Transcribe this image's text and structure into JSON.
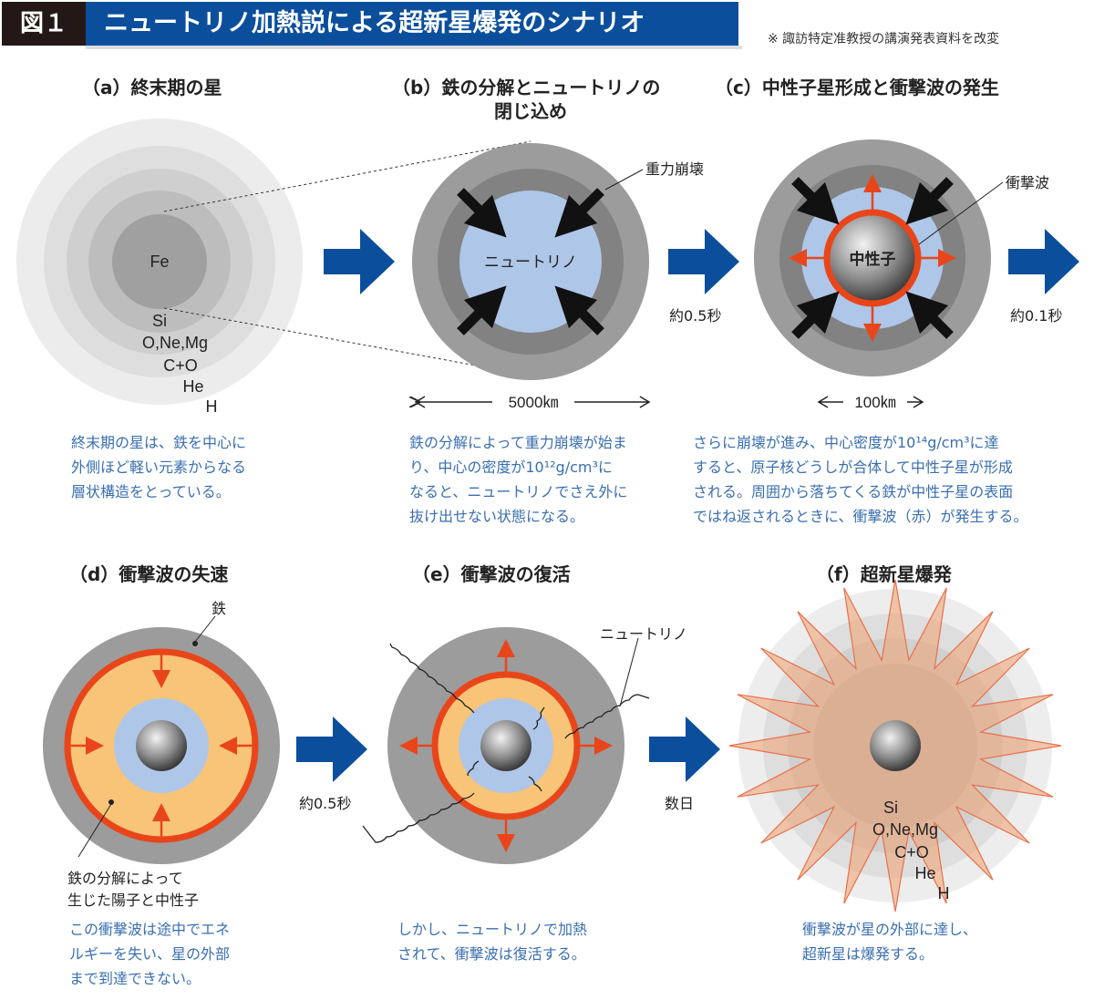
{
  "header": {
    "figure_no": "図１",
    "title": "ニュートリノ加熱説による超新星爆発のシナリオ",
    "note": "※ 諏訪特定准教授の講演発表資料を改変"
  },
  "colors": {
    "brand_blue": "#0b4f9c",
    "shock_red": "#e8461a",
    "neutrino_blue": "#aec6e8",
    "proton_orange": "#f8c478",
    "desc_text": "#3a6fb0"
  },
  "panels": {
    "a": {
      "title": "（a）終末期の星",
      "layers": [
        "Fe",
        "Si",
        "O,Ne,Mg",
        "C+O",
        "He",
        "H"
      ],
      "desc": [
        "終末期の星は、鉄を中心に",
        "外側ほど軽い元素からなる",
        "層状構造をとっている。"
      ]
    },
    "b": {
      "title": [
        "（b）鉄の分解とニュートリノの",
        "閉じ込め"
      ],
      "core_label": "ニュートリノ",
      "collapse_label": "重力崩壊",
      "scale": "5000㎞",
      "desc": [
        "鉄の分解によって重力崩壊が始ま",
        "り、中心の密度が10¹²g/cm³に",
        "なると、ニュートリノでさえ外に",
        "抜け出せない状態になる。"
      ]
    },
    "c": {
      "title": "（c）中性子星形成と衝撃波の発生",
      "core_label": "中性子",
      "shock_label": "衝撃波",
      "scale": "100㎞",
      "desc": [
        "さらに崩壊が進み、中心密度が10¹⁴g/cm³に達",
        "すると、原子核どうしが合体して中性子星が形成",
        "される。周囲から落ちてくる鉄が中性子星の表面",
        "ではね返されるときに、衝撃波（赤）が発生する。"
      ]
    },
    "d": {
      "title": "（d）衝撃波の失速",
      "iron_label": "鉄",
      "matter_label": [
        "鉄の分解によって",
        "生じた陽子と中性子"
      ],
      "desc": [
        "この衝撃波は途中でエネ",
        "ルギーを失い、星の外部",
        "まで到達できない。"
      ]
    },
    "e": {
      "title": "（e）衝撃波の復活",
      "neutrino_label": "ニュートリノ",
      "desc": [
        "しかし、ニュートリノで加熱",
        "されて、衝撃波は復活する。"
      ]
    },
    "f": {
      "title": "（f）超新星爆発",
      "layers": [
        "Si",
        "O,Ne,Mg",
        "C+O",
        "He",
        "H"
      ],
      "desc": [
        "衝撃波が星の外部に達し、",
        "超新星は爆発する。"
      ]
    }
  },
  "transitions": {
    "a_b": "",
    "b_c": "約0.5秒",
    "c_next": "約0.1秒",
    "d_e": "約0.5秒",
    "e_f": "数日"
  }
}
